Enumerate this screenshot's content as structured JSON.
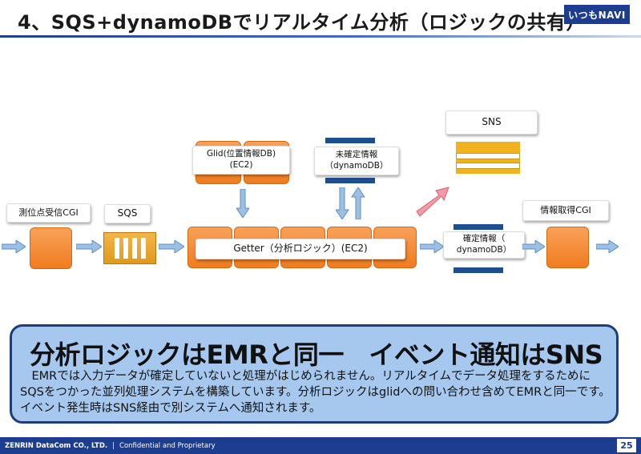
{
  "header": {
    "title": "4、SQS+dynamoDBでリアルタイム分析（ロジックの共有）",
    "logo_text": "いつもNAVI"
  },
  "diagram": {
    "nodes": {
      "cgi_in": "測位点受信CGI",
      "sqs": "SQS",
      "glid": "Glid(位置情報DB)\n(EC2)",
      "unconfirmed": "未確定情報\n（dynamoDB）",
      "getter": "Getter（分析ロジック）(EC2)",
      "confirmed": "確定情報（\ndynamoDB）",
      "sns": "SNS",
      "cgi_out": "情報取得CGI"
    }
  },
  "summary": {
    "heading": "分析ロジックはEMRと同一　イベント通知はSNS",
    "body": "　EMRでは入力データが確定していないと処理がはじめられません。リアルタイムでデータ処理をするためにSQSをつかった並列処理システムを構築しています。分析ロジックはglidへの問い合わせ含めてEMRと同一です。イベント発生時はSNS経由で別システムへ通知されます。"
  },
  "footer": {
    "company": "ZENRIN DataCom CO., LTD.",
    "separator": "|",
    "confidential": "Confidential and Proprietary",
    "page": "25"
  },
  "colors": {
    "accent_navy": "#1d3d91",
    "orange": "#f07c1e",
    "panel_blue": "#a6c8ef"
  }
}
